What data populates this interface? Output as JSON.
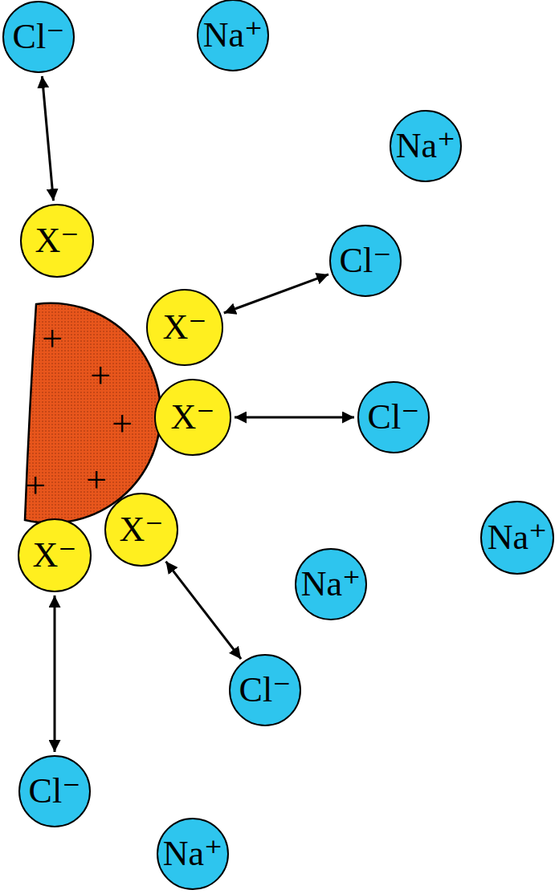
{
  "diagram": {
    "nodes": [
      {
        "text": [
          "Cl⁻"
        ]
      },
      {
        "text": [
          "Na⁺"
        ]
      },
      {
        "text": [
          "Na⁺"
        ]
      },
      {
        "text": [
          "X⁻"
        ]
      },
      {
        "text": [
          "Cl⁻"
        ]
      },
      {
        "text": [
          "X⁻"
        ]
      },
      {
        "text": [
          "+",
          "+",
          "+",
          "+",
          "+"
        ]
      },
      {
        "text": [
          "X⁻"
        ]
      },
      {
        "text": [
          "Cl⁻"
        ]
      },
      {
        "text": [
          "X⁻"
        ]
      },
      {
        "text": [
          "Na⁺"
        ]
      },
      {
        "text": [
          "X⁻"
        ]
      },
      {
        "text": [
          "Na⁺"
        ]
      },
      {
        "text": [
          "Cl⁻"
        ]
      },
      {
        "text": [
          "Cl⁻"
        ]
      },
      {
        "text": [
          "Na⁺"
        ]
      }
    ],
    "edges": [
      {
        "from": 3,
        "to": 0,
        "arrow": "both"
      },
      {
        "from": 5,
        "to": 4,
        "arrow": "both"
      },
      {
        "from": 7,
        "to": 8,
        "arrow": "both"
      },
      {
        "from": 9,
        "to": 13,
        "arrow": "both"
      },
      {
        "from": 11,
        "to": 14,
        "arrow": "both"
      }
    ]
  }
}
